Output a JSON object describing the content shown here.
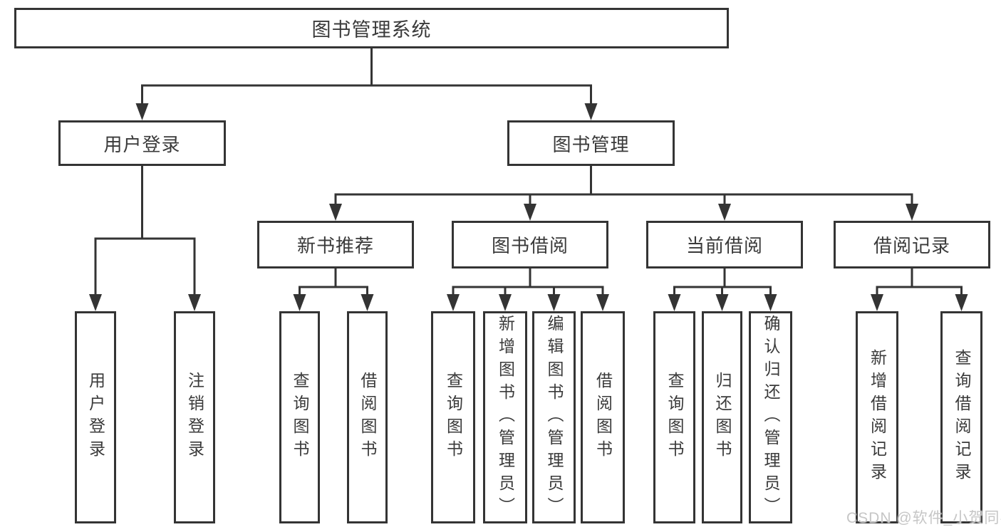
{
  "diagram_title": "图书管理系统",
  "watermark": "CSDN @软件_小贺同学",
  "colors": {
    "line": "#343434",
    "text": "#3a3a3a",
    "box_background": "#ffffff",
    "watermark": "#c6c6c6"
  },
  "tree": {
    "root": "图书管理系统",
    "branches": {
      "user_login": {
        "label": "用户登录",
        "children": [
          "用户登录",
          "注销登录"
        ]
      },
      "book_mgmt": {
        "label": "图书管理",
        "sections": {
          "new_books": {
            "label": "新书推荐",
            "children": [
              "查询图书",
              "借阅图书"
            ]
          },
          "borrow": {
            "label": "图书借阅",
            "children": [
              "查询图书",
              "新增图书（管理员）",
              "编辑图书（管理员）",
              "借阅图书"
            ]
          },
          "current": {
            "label": "当前借阅",
            "children": [
              "查询图书",
              "归还图书",
              "确认归还（管理员）"
            ]
          },
          "records": {
            "label": "借阅记录",
            "children": [
              "新增借阅记录",
              "查询借阅记录"
            ]
          }
        }
      }
    }
  }
}
